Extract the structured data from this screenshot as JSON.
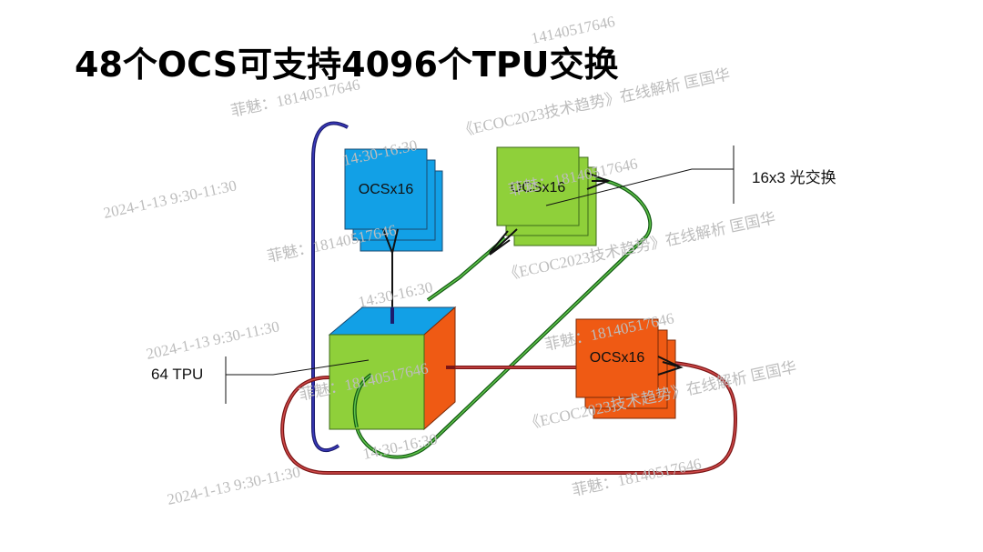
{
  "title": "48个OCS可支持4096个TPU交换",
  "labels": {
    "tpu": "64 TPU",
    "optical": "16x3 光交换"
  },
  "ocs_units": [
    {
      "label": "OCSx16",
      "color": "#12a0e6"
    },
    {
      "label": "OCSx16",
      "color": "#8fd03a"
    },
    {
      "label": "OCSx16",
      "color": "#ef5a14"
    }
  ],
  "tpu_cube_colors": {
    "front": "#8fd03a",
    "top": "#12a0e6",
    "side": "#ef5a14"
  },
  "link_colors": {
    "blue": "#1c1c6e",
    "green": "#145c14",
    "red": "#7a1414"
  },
  "watermarks": [
    "14140517646",
    "菲魅：18140517646",
    "《ECOC2023技术趋势》在线解析  匡国华",
    "14:30-16:30",
    "2024-1-13  9:30-11:30",
    "菲魅：18140517646",
    "菲魅：18140517646",
    "《ECOC2023技术趋势》在线解析  匡国华",
    "14:30-16:30",
    "2024-1-13  9:30-11:30",
    "菲魅：18140517646",
    "《ECOC2023技术趋势》在线解析  匡国华",
    "14:30-16:30",
    "菲魅：18140517646",
    "2024-1-13  9:30-11:30",
    "菲魅：18140517646"
  ]
}
